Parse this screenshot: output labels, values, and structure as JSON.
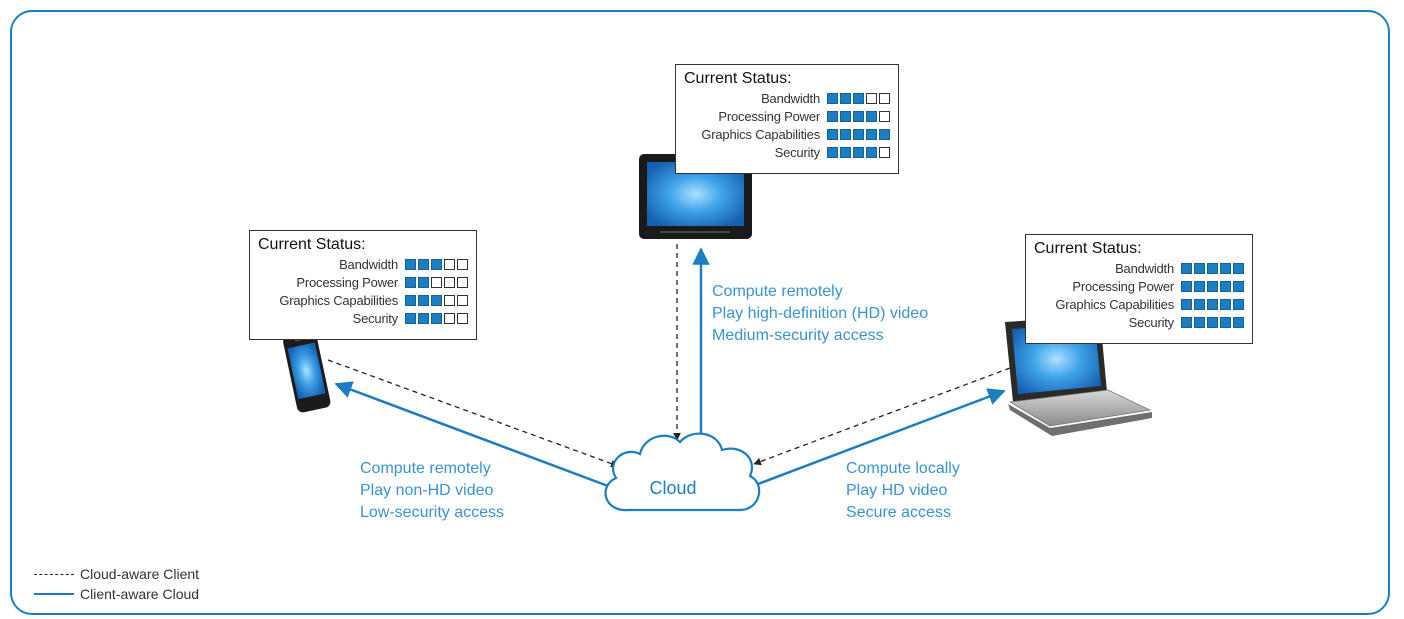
{
  "colors": {
    "accent": "#1a7fc2",
    "text_blue": "#3a93cf",
    "frame": "#1a7fc2"
  },
  "devices": {
    "phone": {
      "status_title": "Current Status:",
      "metrics": [
        {
          "label": "Bandwidth",
          "level": 3
        },
        {
          "label": "Processing Power",
          "level": 2
        },
        {
          "label": "Graphics Capabilities",
          "level": 3
        },
        {
          "label": "Security",
          "level": 3
        }
      ],
      "actions": [
        "Compute remotely",
        "Play non-HD video",
        "Low-security access"
      ]
    },
    "tablet": {
      "status_title": "Current Status:",
      "metrics": [
        {
          "label": "Bandwidth",
          "level": 3
        },
        {
          "label": "Processing Power",
          "level": 4
        },
        {
          "label": "Graphics Capabilities",
          "level": 5
        },
        {
          "label": "Security",
          "level": 4
        }
      ],
      "actions": [
        "Compute remotely",
        "Play high-definition (HD) video",
        "Medium-security access"
      ]
    },
    "laptop": {
      "status_title": "Current Status:",
      "metrics": [
        {
          "label": "Bandwidth",
          "level": 5
        },
        {
          "label": "Processing Power",
          "level": 5
        },
        {
          "label": "Graphics Capabilities",
          "level": 5
        },
        {
          "label": "Security",
          "level": 5
        }
      ],
      "actions": [
        "Compute locally",
        "Play HD video",
        "Secure access"
      ]
    }
  },
  "meter_max": 5,
  "cloud_label": "Cloud",
  "legend": {
    "dashed": "Cloud-aware Client",
    "solid": "Client-aware Cloud"
  },
  "icons": [
    "phone-icon",
    "tablet-icon",
    "laptop-icon",
    "cloud-icon"
  ]
}
